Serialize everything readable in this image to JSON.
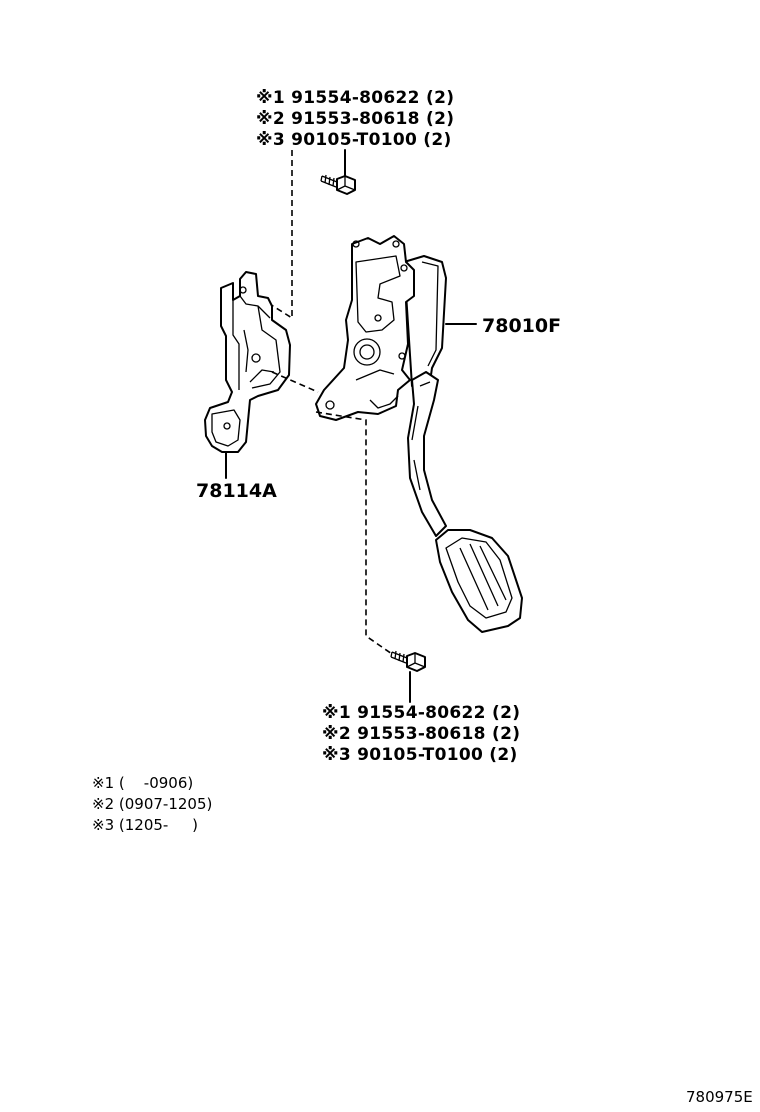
{
  "top_fastener": {
    "lines": [
      "※1 91554-80622 (2)",
      "※2 91553-80618 (2)",
      "※3 90105-T0100 (2)"
    ]
  },
  "bottom_fastener": {
    "lines": [
      "※1 91554-80622 (2)",
      "※2 91553-80618 (2)",
      "※3 90105-T0100 (2)"
    ]
  },
  "parts": {
    "pedal_assembly": "78010F",
    "bracket": "78114A"
  },
  "footnotes": [
    "※1 (    -0906)",
    "※2 (0907-1205)",
    "※3 (1205-     )"
  ],
  "diagram_ref": "780975E"
}
